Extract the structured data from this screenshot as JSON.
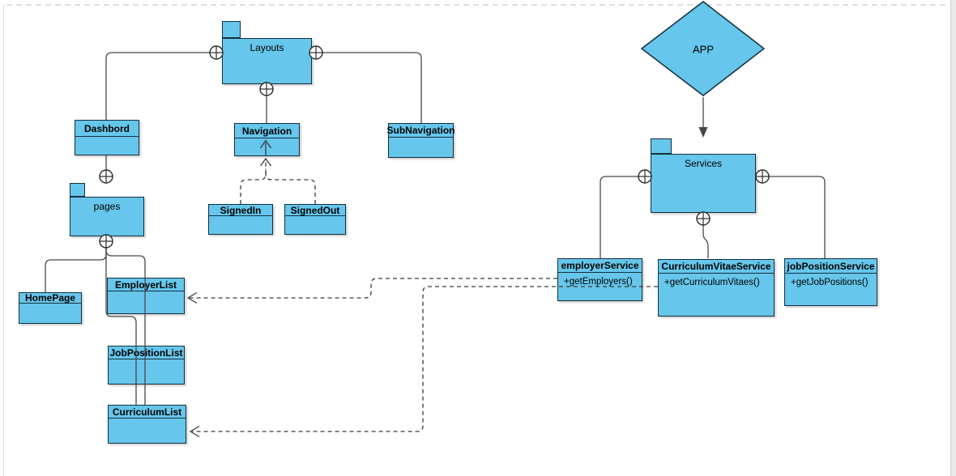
{
  "app": {
    "type": "uml-diagram-canvas",
    "description": "UML package/class diagram of an APP with Layouts, pages and Services"
  },
  "colors": {
    "node_fill": "#66c6eb",
    "node_stroke": "#14303e",
    "edge": "#474747",
    "dashed_edge": "#3a3a3a",
    "page_break": "#bdbdbd",
    "canvas_bg": "#ffffff",
    "gutter_bg": "#eaeaea",
    "text": "#000000"
  },
  "icons": {
    "containment": "circle-plus-icon",
    "dependency": "open-arrow-icon",
    "flow": "filled-arrow-icon"
  },
  "diamond": {
    "label": "APP"
  },
  "packages": [
    {
      "id": "layouts",
      "label": "Layouts"
    },
    {
      "id": "pages",
      "label": "pages"
    },
    {
      "id": "services",
      "label": "Services"
    }
  ],
  "classes": [
    {
      "id": "dashbord",
      "title": "Dashbord",
      "method": ""
    },
    {
      "id": "navigation",
      "title": "Navigation",
      "method": ""
    },
    {
      "id": "subnavigation",
      "title": "SubNavigation",
      "method": ""
    },
    {
      "id": "signedin",
      "title": "SignedIn",
      "method": ""
    },
    {
      "id": "signedout",
      "title": "SignedOut",
      "method": ""
    },
    {
      "id": "homepage",
      "title": "HomePage",
      "method": ""
    },
    {
      "id": "employerlist",
      "title": "EmployerList",
      "method": ""
    },
    {
      "id": "jobpositionlist",
      "title": "JobPositionList",
      "method": ""
    },
    {
      "id": "curriculumlist",
      "title": "CurriculumList",
      "method": ""
    },
    {
      "id": "employerservice",
      "title": "employerService",
      "method": "+getEmployers()"
    },
    {
      "id": "curriculumvitaeservice",
      "title": "CurriculumVitaeService",
      "method": "+getCurriculumVitaes()"
    },
    {
      "id": "jobpositionservice",
      "title": "jobPositionService",
      "method": "+getJobPositions()"
    }
  ]
}
